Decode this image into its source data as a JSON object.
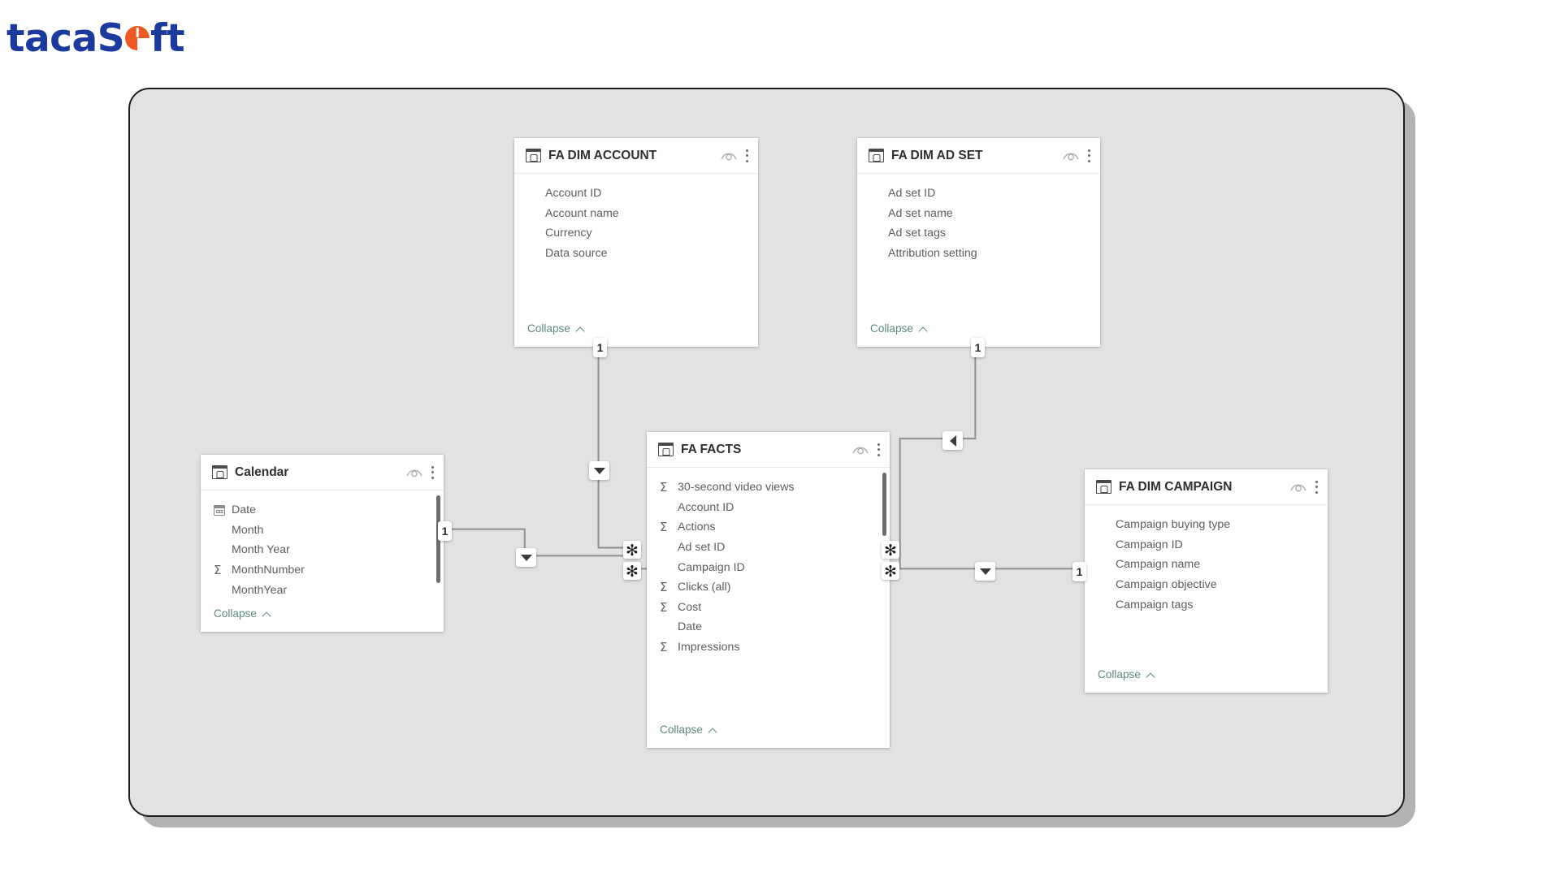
{
  "brand": {
    "name": "tacaSoft",
    "part1": "taca",
    "part2": "S",
    "part3": "ft",
    "text_color": "#1b3a9e",
    "mark_color": "#ef5a24",
    "mark_icon": "pie-chart-circle-icon"
  },
  "canvas": {
    "name": "power-bi-model-view-canvas",
    "background_color": "#e2e2e2",
    "border_color": "#1d1d1d"
  },
  "common": {
    "collapse_label": "Collapse",
    "collapse_color": "#5e8a7c",
    "eye_icon": "eye-icon",
    "more_icon": "more-vertical-icon",
    "table_icon": "table-icon",
    "measure_icon": "sigma-icon",
    "date_icon": "calendar-icon"
  },
  "tables": [
    {
      "id": "fa-dim-account",
      "title": "FA DIM ACCOUNT",
      "fields": [
        {
          "name": "Account ID",
          "mark": "none"
        },
        {
          "name": "Account name",
          "mark": "none"
        },
        {
          "name": "Currency",
          "mark": "none"
        },
        {
          "name": "Data source",
          "mark": "none"
        }
      ],
      "has_scrollbar": false
    },
    {
      "id": "fa-dim-ad-set",
      "title": "FA DIM AD SET",
      "fields": [
        {
          "name": "Ad set ID",
          "mark": "none"
        },
        {
          "name": "Ad set name",
          "mark": "none"
        },
        {
          "name": "Ad set tags",
          "mark": "none"
        },
        {
          "name": "Attribution setting",
          "mark": "none"
        }
      ],
      "has_scrollbar": false
    },
    {
      "id": "calendar",
      "title": "Calendar",
      "fields": [
        {
          "name": "Date",
          "mark": "date"
        },
        {
          "name": "Month",
          "mark": "none"
        },
        {
          "name": "Month Year",
          "mark": "none"
        },
        {
          "name": "MonthNumber",
          "mark": "sigma"
        },
        {
          "name": "MonthYear",
          "mark": "none"
        }
      ],
      "has_scrollbar": true
    },
    {
      "id": "fa-facts",
      "title": "FA FACTS",
      "fields": [
        {
          "name": "30-second video views",
          "mark": "sigma"
        },
        {
          "name": "Account ID",
          "mark": "none"
        },
        {
          "name": "Actions",
          "mark": "sigma"
        },
        {
          "name": "Ad set ID",
          "mark": "none"
        },
        {
          "name": "Campaign ID",
          "mark": "none"
        },
        {
          "name": "Clicks (all)",
          "mark": "sigma"
        },
        {
          "name": "Cost",
          "mark": "sigma"
        },
        {
          "name": "Date",
          "mark": "none"
        },
        {
          "name": "Impressions",
          "mark": "sigma"
        }
      ],
      "has_scrollbar": true
    },
    {
      "id": "fa-dim-campaign",
      "title": "FA DIM CAMPAIGN",
      "fields": [
        {
          "name": "Campaign buying type",
          "mark": "none"
        },
        {
          "name": "Campaign ID",
          "mark": "none"
        },
        {
          "name": "Campaign name",
          "mark": "none"
        },
        {
          "name": "Campaign objective",
          "mark": "none"
        },
        {
          "name": "Campaign tags",
          "mark": "none"
        }
      ],
      "has_scrollbar": false
    }
  ],
  "relationships": [
    {
      "id": "account-to-facts",
      "from_table": "FA DIM ACCOUNT",
      "to_table": "FA FACTS",
      "from_cardinality": "1",
      "to_cardinality": "*",
      "cross_filter_direction": "single-down"
    },
    {
      "id": "adset-to-facts",
      "from_table": "FA DIM AD SET",
      "to_table": "FA FACTS",
      "from_cardinality": "1",
      "to_cardinality": "*",
      "cross_filter_direction": "single-left"
    },
    {
      "id": "calendar-to-facts",
      "from_table": "Calendar",
      "to_table": "FA FACTS",
      "from_cardinality": "1",
      "to_cardinality": "*",
      "cross_filter_direction": "single-down"
    },
    {
      "id": "facts-to-campaign",
      "from_table": "FA FACTS",
      "to_table": "FA DIM CAMPAIGN",
      "from_cardinality": "*",
      "to_cardinality": "1",
      "cross_filter_direction": "single-down"
    }
  ],
  "badges": {
    "one": "1",
    "many": "✻"
  }
}
